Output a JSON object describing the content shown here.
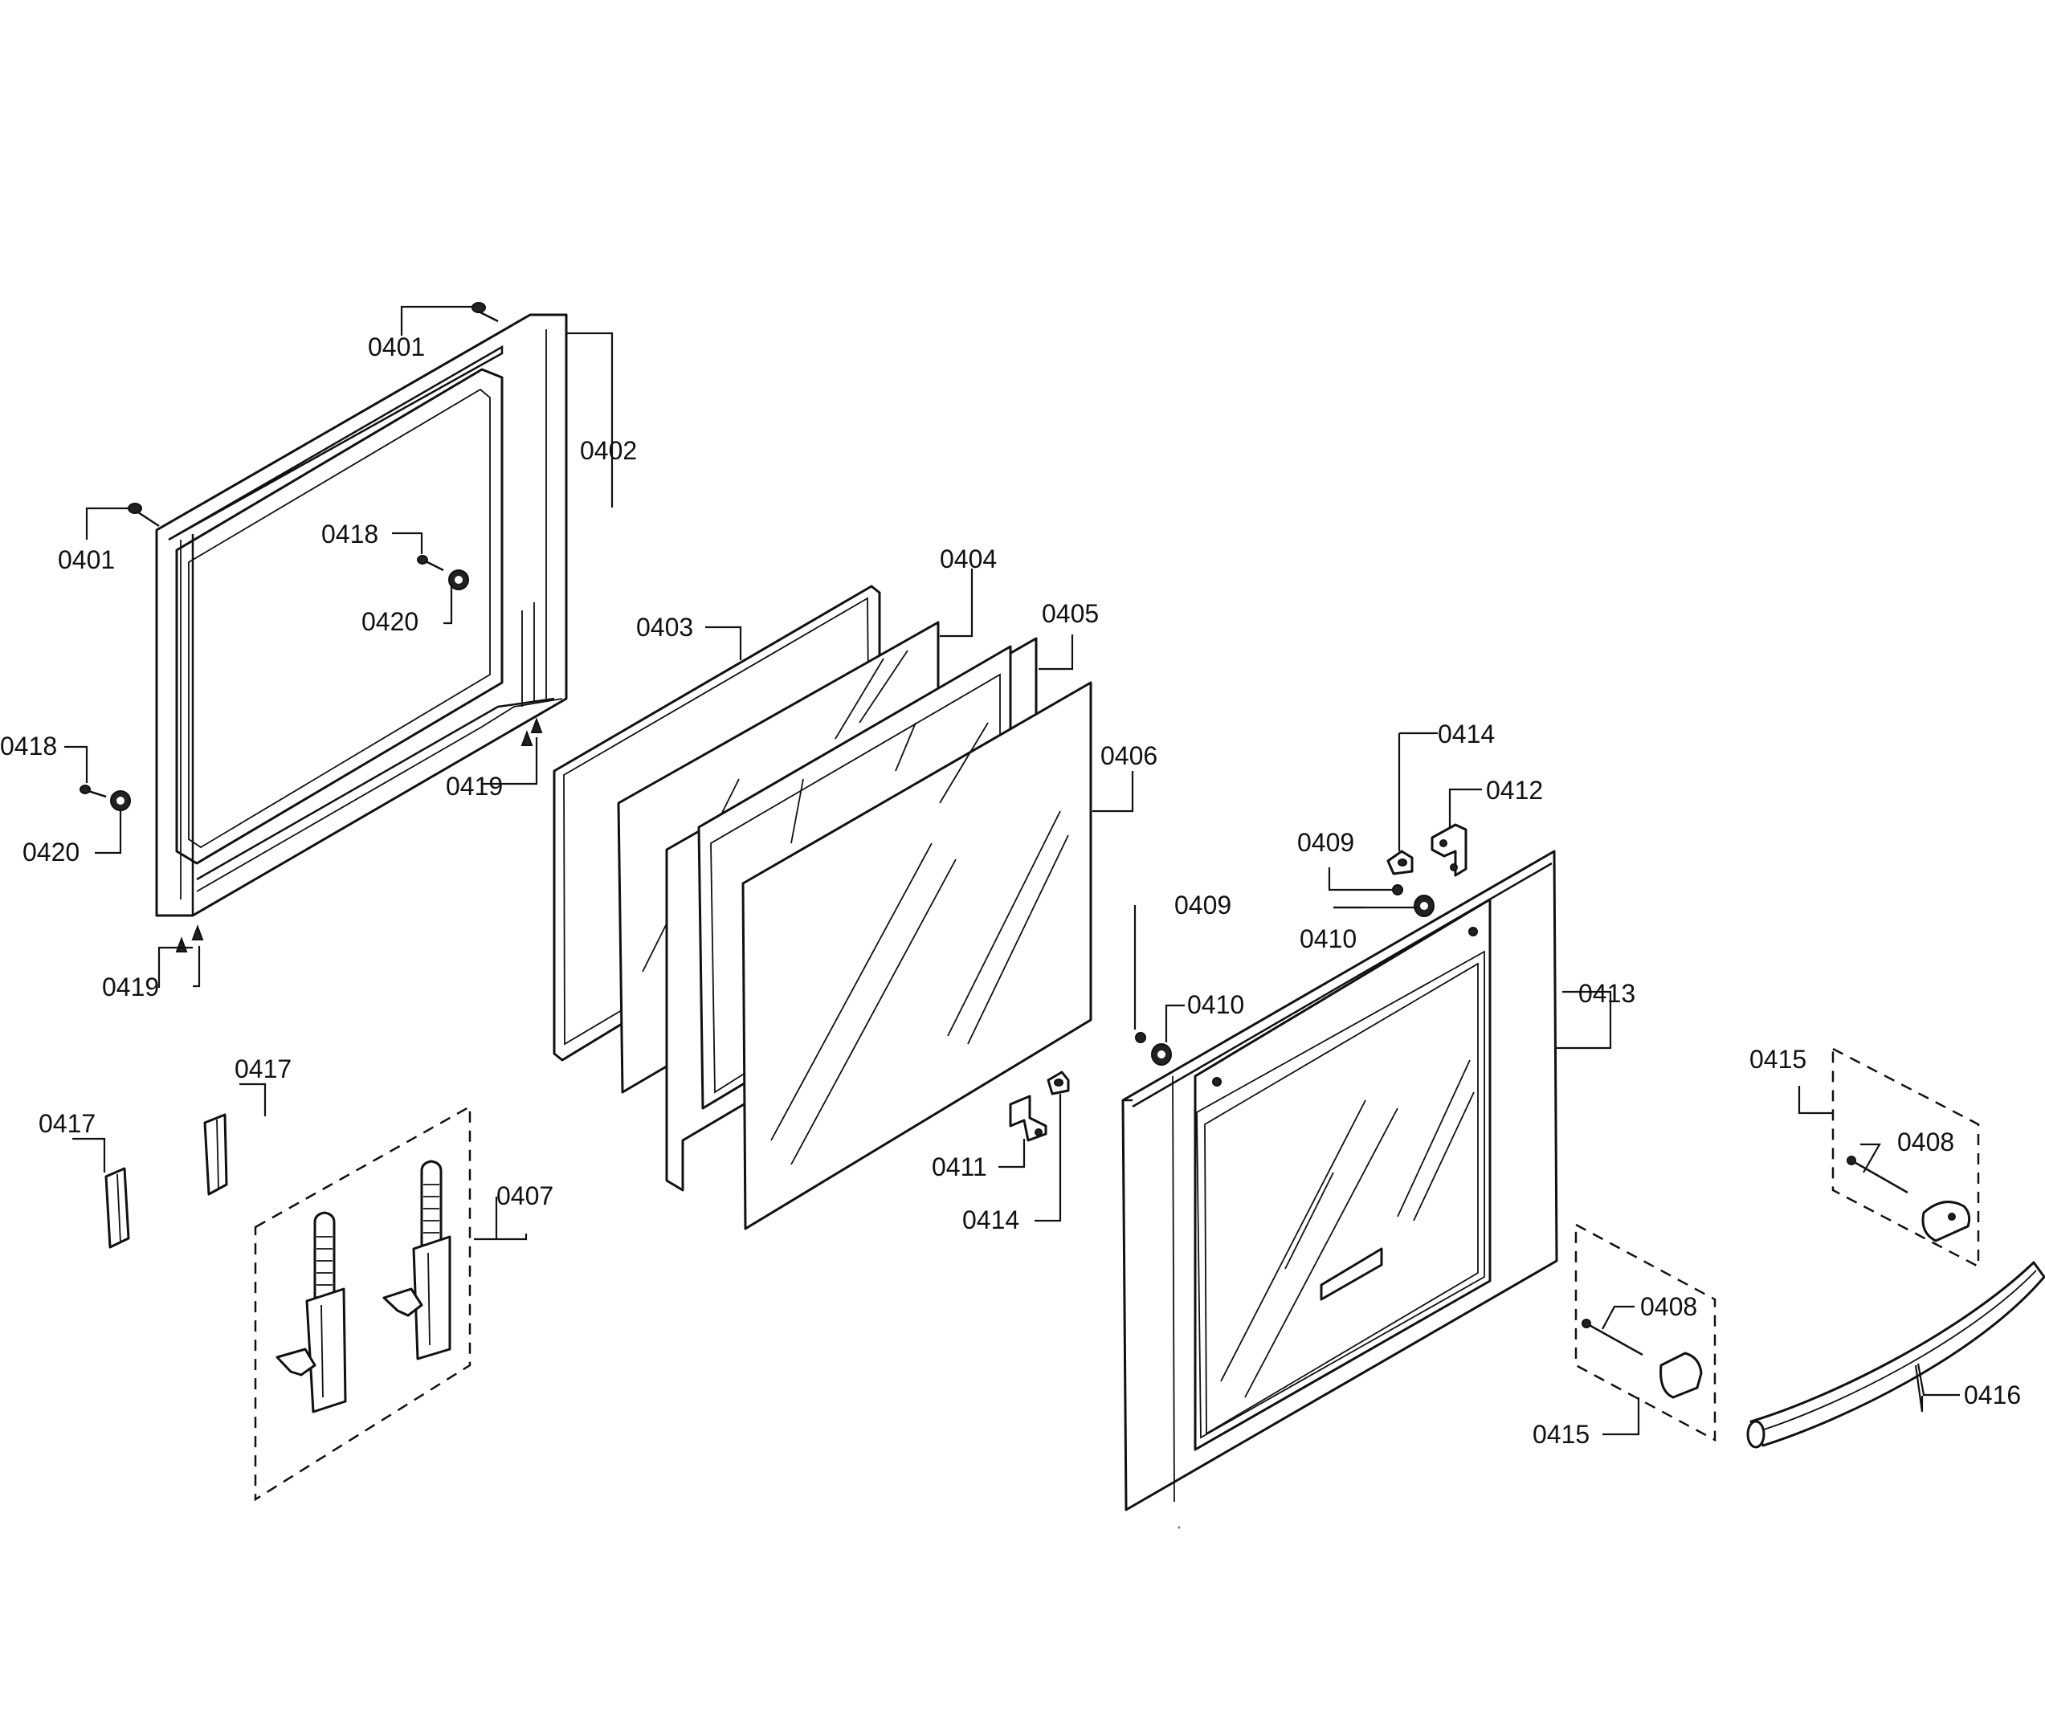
{
  "callouts": {
    "c0401a": "0401",
    "c0401b": "0401",
    "c0402": "0402",
    "c0403": "0403",
    "c0404": "0404",
    "c0405": "0405",
    "c0406": "0406",
    "c0407": "0407",
    "c0408a": "0408",
    "c0408b": "0408",
    "c0409a": "0409",
    "c0409b": "0409",
    "c0410a": "0410",
    "c0410b": "0410",
    "c0411": "0411",
    "c0412": "0412",
    "c0413": "0413",
    "c0414a": "0414",
    "c0414b": "0414",
    "c0415a": "0415",
    "c0415b": "0415",
    "c0416": "0416",
    "c0417a": "0417",
    "c0417b": "0417",
    "c0418a": "0418",
    "c0418b": "0418",
    "c0419a": "0419",
    "c0419b": "0419",
    "c0420a": "0420",
    "c0420b": "0420"
  }
}
